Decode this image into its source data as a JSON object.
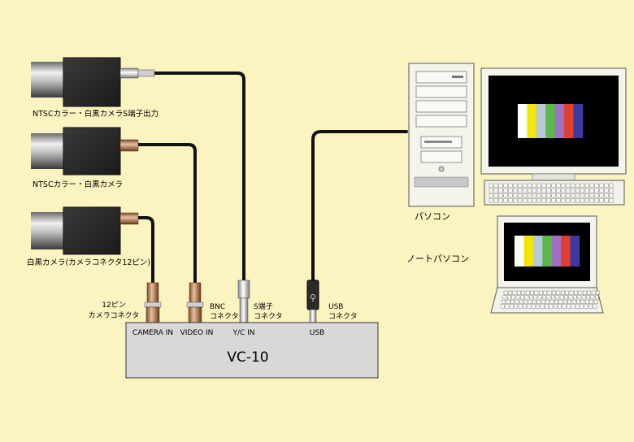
{
  "cameras": {
    "top_label": "NTSCカラー・白黒カメラS端子出力",
    "middle_label": "NTSCカラー・白黒カメラ",
    "bottom_label": "白黒カメラ(カメラコネクタ12ピン)"
  },
  "connectors": {
    "pin12_line1": "12ピン",
    "pin12_line2": "カメラコネクタ",
    "bnc_line1": "BNC",
    "bnc_line2": "コネクタ",
    "s_line1": "S端子",
    "s_line2": "コネクタ",
    "usb_line1": "USB",
    "usb_line2": "コネクタ"
  },
  "device": {
    "name": "VC-10",
    "ports": [
      "CAMERA IN",
      "VIDEO IN",
      "Y/C IN",
      "USB"
    ]
  },
  "computers": {
    "desktop_label": "パソコン",
    "laptop_label": "ノートパソコン"
  },
  "colors": {
    "background": "#fcf4c0",
    "cable": "#111111",
    "device_body": "#d8d8d8",
    "color_bars": [
      "#ffffff",
      "#f2e600",
      "#b8c8d8",
      "#5cb84a",
      "#a070c0",
      "#e04030",
      "#3a3aa0"
    ]
  }
}
